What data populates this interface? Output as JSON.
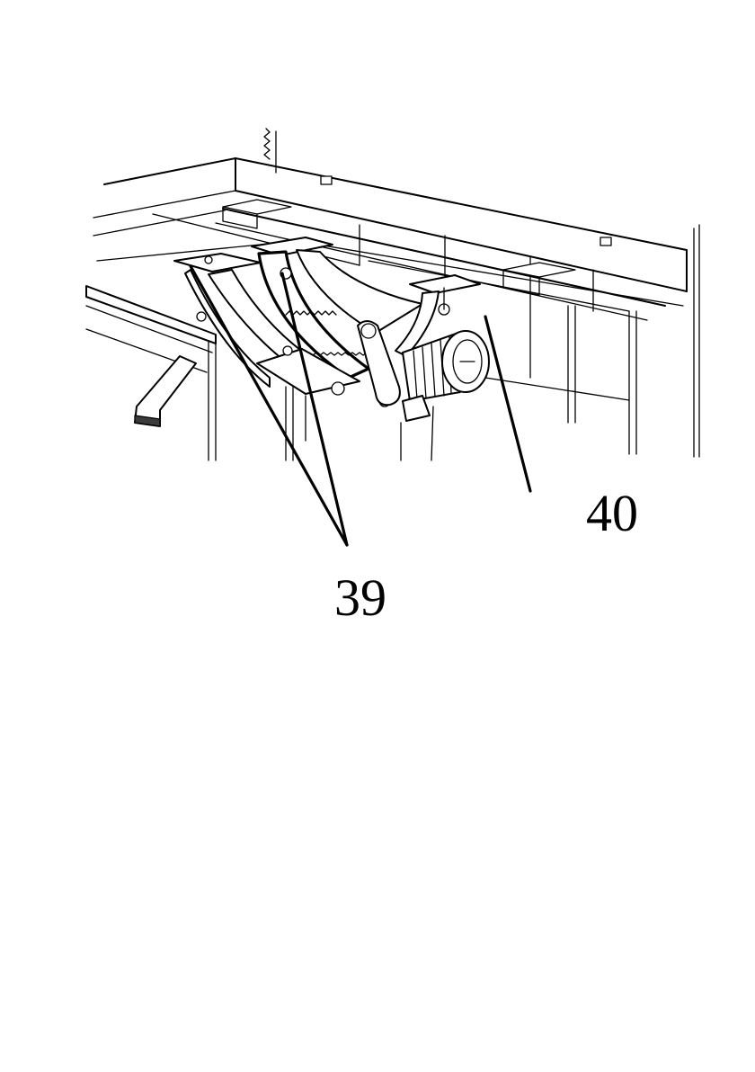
{
  "figure": {
    "callouts": [
      {
        "id": "39",
        "label": "39"
      },
      {
        "id": "40",
        "label": "40"
      }
    ],
    "colors": {
      "line": "#000000",
      "background": "#ffffff"
    }
  }
}
